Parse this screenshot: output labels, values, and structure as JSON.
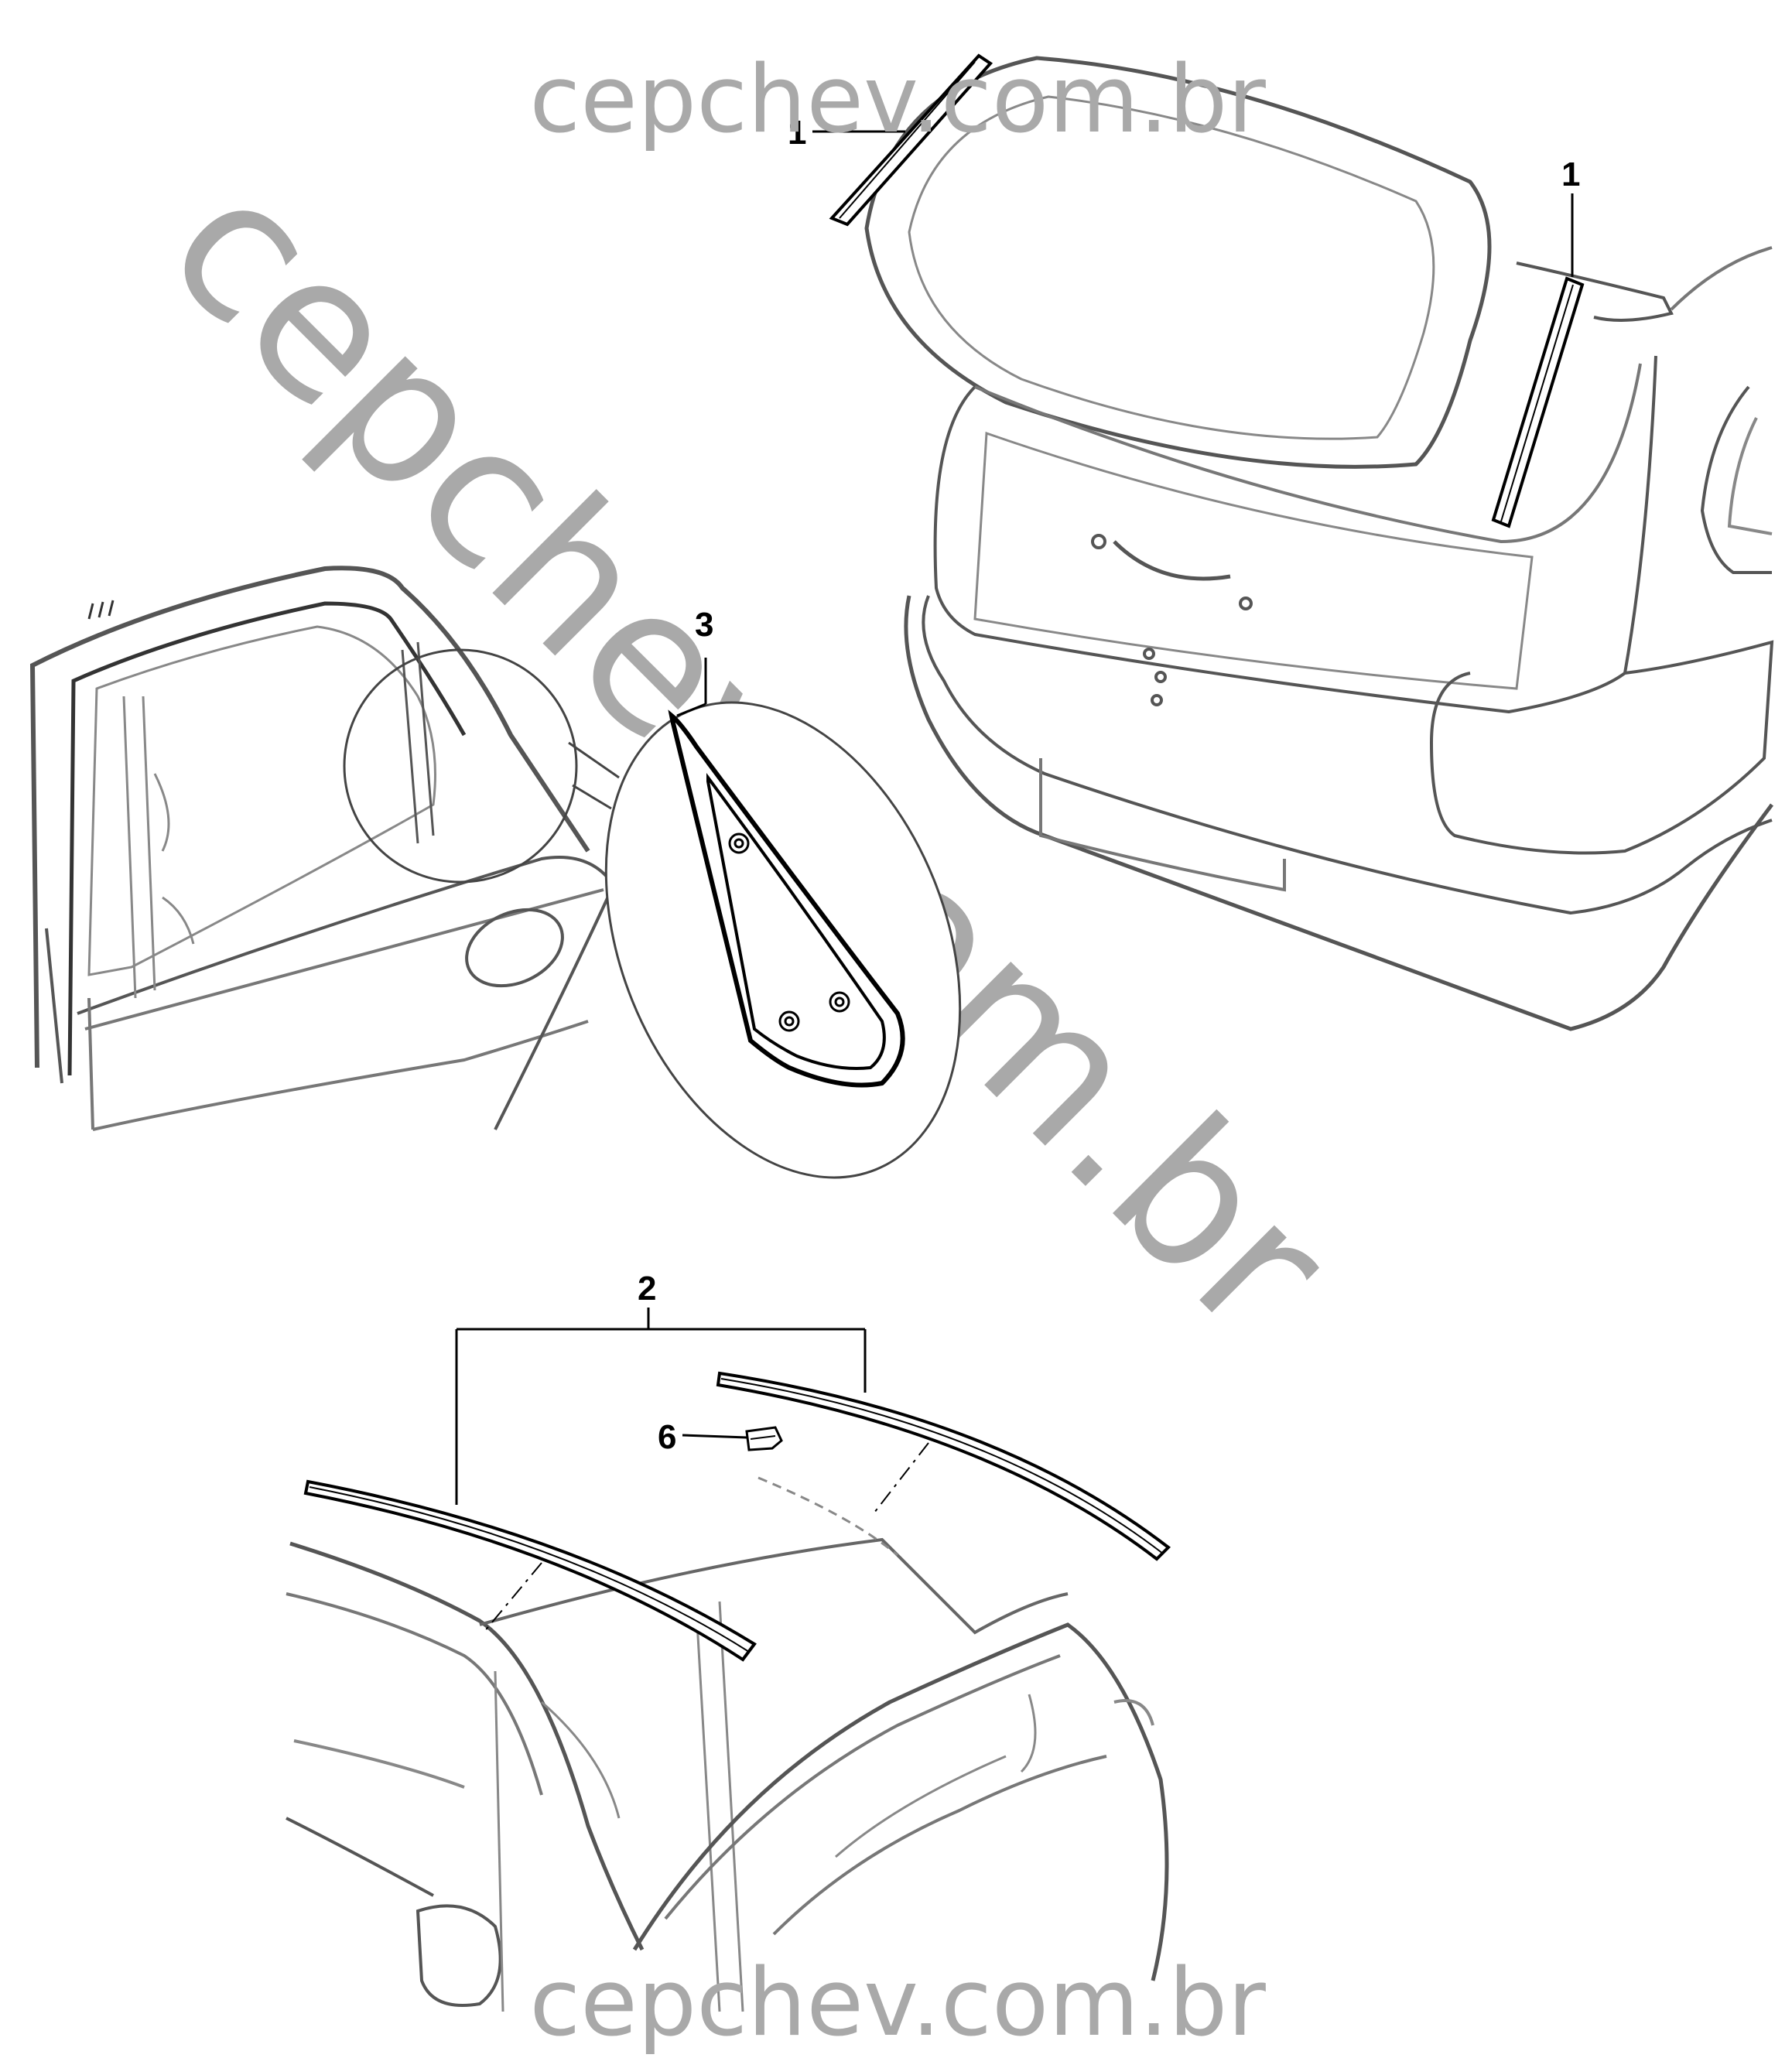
{
  "watermarks": {
    "top": "cepchev.com.br",
    "diagonal": "cepchev.com.br",
    "bottom": "cepchev.com.br"
  },
  "callouts": {
    "part1_left": "1",
    "part1_right": "1",
    "part2": "2",
    "part3": "3",
    "part6": "6"
  },
  "colors": {
    "line": "#000000",
    "watermark": "#a9a9a9",
    "background": "#ffffff"
  }
}
